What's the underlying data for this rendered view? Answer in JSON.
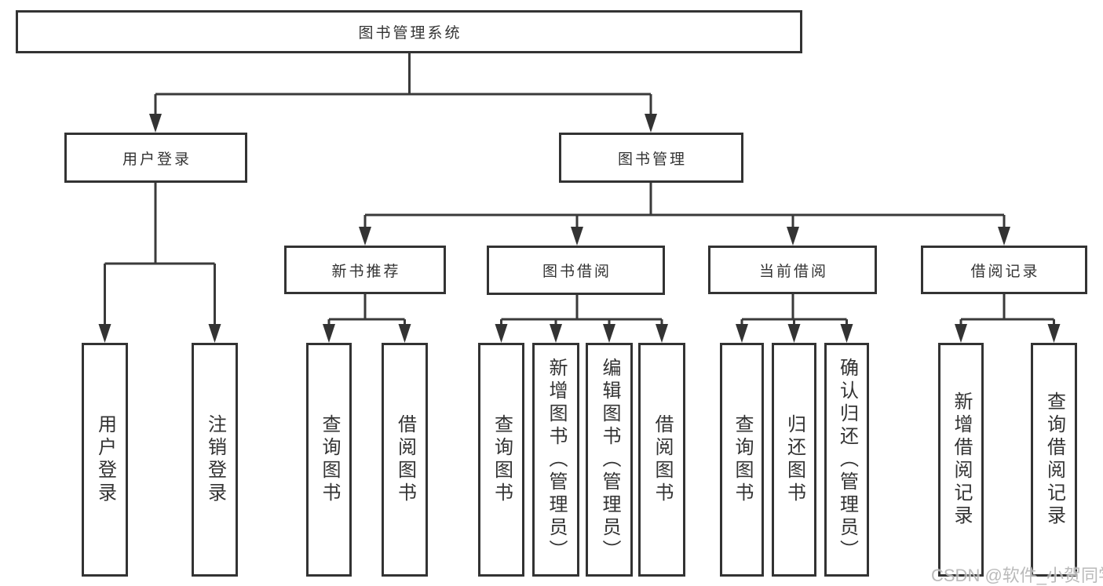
{
  "nodes": {
    "root": "图书管理系统",
    "user_login": "用户登录",
    "book_mgmt": "图书管理",
    "new_book_rec": "新书推荐",
    "book_borrow": "图书借阅",
    "current_borrow": "当前借阅",
    "borrow_records": "借阅记录",
    "leaf_user_login": "用户登录",
    "leaf_logout": "注销登录",
    "rec_query_books": "查询图书",
    "rec_borrow_books": "借阅图书",
    "bb_query_books": "查询图书",
    "bb_add_books": "新增图书（管理员）",
    "bb_edit_books": "编辑图书（管理员）",
    "bb_borrow_books": "借阅图书",
    "cb_query_books": "查询图书",
    "cb_return_books": "归还图书",
    "cb_confirm_return": "确认归还（管理员）",
    "br_add_record": "新增借阅记录",
    "br_query_record": "查询借阅记录"
  },
  "hierarchy": {
    "图书管理系统": {
      "用户登录": [
        "用户登录",
        "注销登录"
      ],
      "图书管理": {
        "新书推荐": [
          "查询图书",
          "借阅图书"
        ],
        "图书借阅": [
          "查询图书",
          "新增图书（管理员）",
          "编辑图书（管理员）",
          "借阅图书"
        ],
        "当前借阅": [
          "查询图书",
          "归还图书",
          "确认归还（管理员）"
        ],
        "借阅记录": [
          "新增借阅记录",
          "查询借阅记录"
        ]
      }
    }
  },
  "watermark": "CSDN @软件_小贺同学",
  "colors": {
    "border": "#333333",
    "line": "#3a3a3a",
    "arrow": "#333333",
    "text": "#333333",
    "background": "#ffffff",
    "watermark": "#b5b5b5"
  }
}
